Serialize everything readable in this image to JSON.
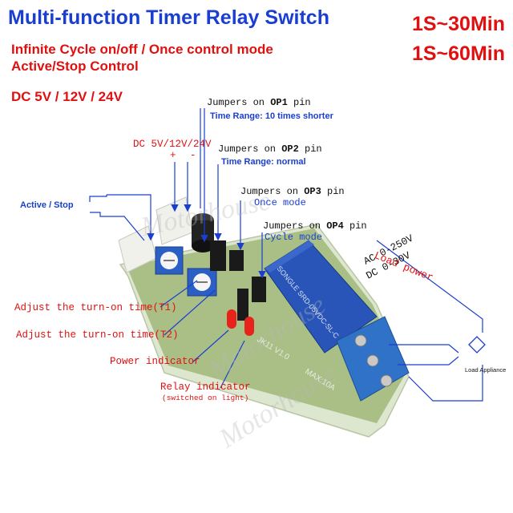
{
  "header": {
    "title": "Multi-function Timer Relay Switch",
    "range_1": "1S~30Min",
    "range_2": "1S~60Min",
    "mode_line": "Infinite Cycle on/off  / Once control mode",
    "control_line": "Active/Stop Control",
    "voltage_line": "DC 5V / 12V / 24V"
  },
  "jumpers": [
    {
      "prefix": "Jumpers on ",
      "pin": "OP1",
      "suffix": " pin",
      "note": "Time Range: 10 times shorter"
    },
    {
      "prefix": "Jumpers on ",
      "pin": "OP2",
      "suffix": " pin",
      "note": "Time Range: normal"
    },
    {
      "prefix": "Jumpers  on ",
      "pin": "OP3",
      "suffix": " pin",
      "note": "Once mode"
    },
    {
      "prefix": "Jumpers on ",
      "pin": "OP4",
      "suffix": " pin",
      "note": "Cycle mode"
    }
  ],
  "power_input": {
    "label": "DC 5V/12V/24V",
    "plus": "+",
    "minus": "-"
  },
  "active_stop": "Active / Stop",
  "adjust_t1": "Adjust the turn-on time(T1)",
  "adjust_t2": "Adjust the turn-on time(T2)",
  "power_indicator": "Power indicator",
  "relay_indicator": "Relay indicator",
  "relay_indicator_note": "(switched on light)",
  "load": {
    "title": "Load power",
    "ac": "AC 0-250V",
    "dc": "DC 0-30V",
    "appliance": "Load Appliance"
  },
  "board_print": {
    "model": "JK11 V1.0",
    "rating": "MAX:10A",
    "relay_text": "SONGLE SRD-05VDC-SL-C"
  },
  "watermark": "Motorhouse",
  "colors": {
    "title_blue": "#1a3fd0",
    "accent_red": "#e01010",
    "pcb_green": "#8ea86a",
    "relay_blue": "#2a55b8",
    "terminal_blue": "#2f72c8"
  }
}
